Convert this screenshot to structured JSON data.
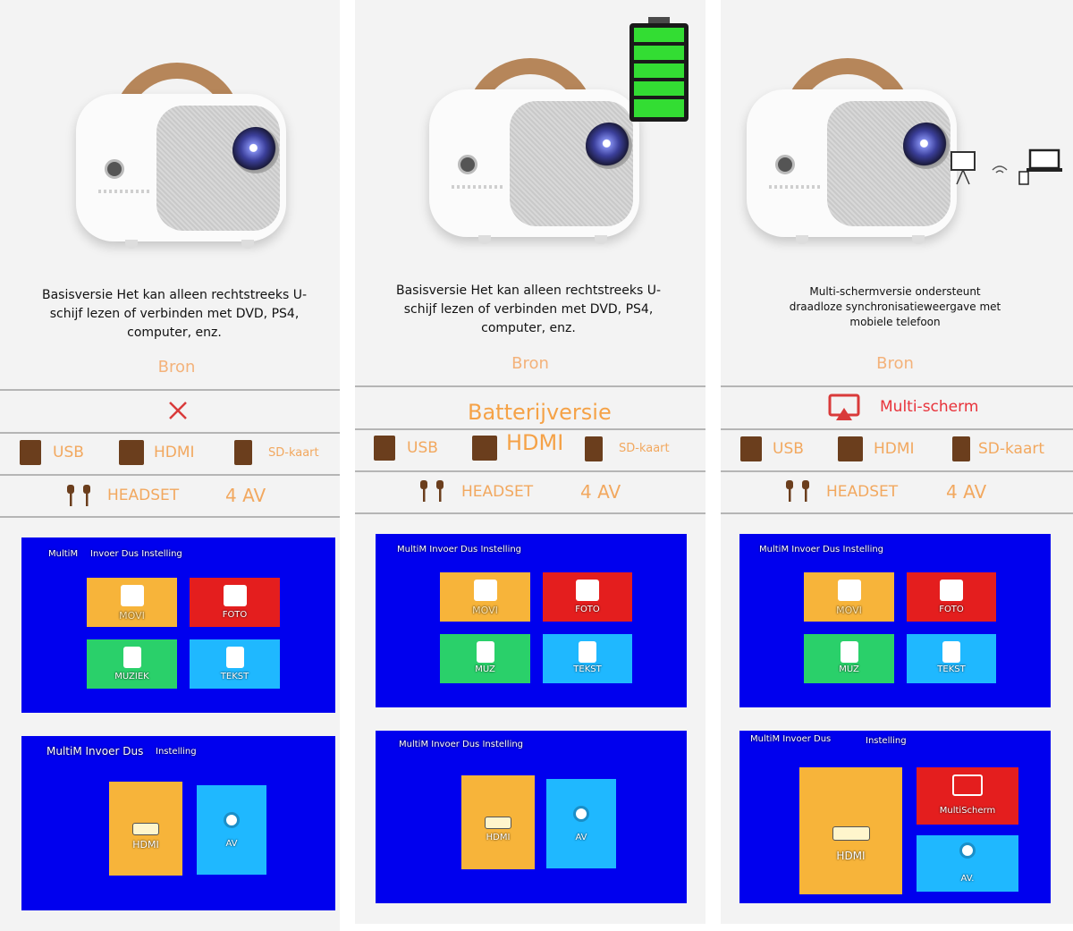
{
  "columns": [
    {
      "description": "Basisversie Het kan alleen rechtstreeks U-schijf lezen of verbinden met DVD, PS4, computer, enz.",
      "source_label": "Bron",
      "feature_label": "",
      "ports": [
        "USB",
        "HDMI",
        "SD-kaart"
      ],
      "ports2": [
        "HEADSET",
        "4 AV"
      ],
      "screen1": {
        "menu": "MultiM",
        "menu_rest": "Invoer Dus Instelling",
        "tiles": [
          "MOVI",
          "FOTO",
          "MUZIEK",
          "TEKST"
        ]
      },
      "screen2": {
        "menu": "MultiM Invoer Dus",
        "menu_rest": "Instelling",
        "tiles": [
          "HDMI",
          "AV"
        ]
      }
    },
    {
      "description": "Basisversie Het kan alleen rechtstreeks U-schijf lezen of verbinden met DVD, PS4, computer, enz.",
      "source_label": "Bron",
      "feature_label": "Batterijversie",
      "ports": [
        "USB",
        "HDMI",
        "SD-kaart"
      ],
      "ports2": [
        "HEADSET",
        "4 AV"
      ],
      "screen1": {
        "menu": "MultiM Invoer Dus Instelling",
        "tiles": [
          "MOVI",
          "FOTO",
          "MUZ",
          "TEKST"
        ]
      },
      "screen2": {
        "menu": "MultiM Invoer Dus Instelling",
        "tiles": [
          "HDMI",
          "AV"
        ]
      }
    },
    {
      "description": "Multi-schermversie ondersteunt draadloze synchronisatieweergave met mobiele telefoon",
      "source_label": "Bron",
      "feature_label": "Multi-scherm",
      "ports": [
        "USB",
        "HDMI",
        "SD-kaart"
      ],
      "ports2": [
        "HEADSET",
        "4 AV"
      ],
      "screen1": {
        "menu": "MultiM Invoer Dus Instelling",
        "tiles": [
          "MOVI",
          "FOTO",
          "MUZ",
          "TEKST"
        ]
      },
      "screen2": {
        "menu": "MultiM Invoer Dus",
        "menu_rest": "Instelling",
        "tiles": [
          "HDMI",
          "MultiScherm",
          "AV."
        ]
      }
    }
  ],
  "icons": {
    "none": "cross-icon",
    "battery": "battery-full-icon",
    "cast": "screen-mirror-icon",
    "usb": "usb-icon",
    "hdmi": "hdmi-icon",
    "sd": "sd-card-icon",
    "headset": "earphones-icon"
  },
  "colors": {
    "accent_orange": "#f2a85f",
    "screen_blue": "#0000ee",
    "tile_orange": "#f7b43a",
    "tile_red": "#e41e1e",
    "tile_green": "#2ad06a",
    "tile_cyan": "#1fb8ff",
    "cross_red": "#d93a3a"
  }
}
